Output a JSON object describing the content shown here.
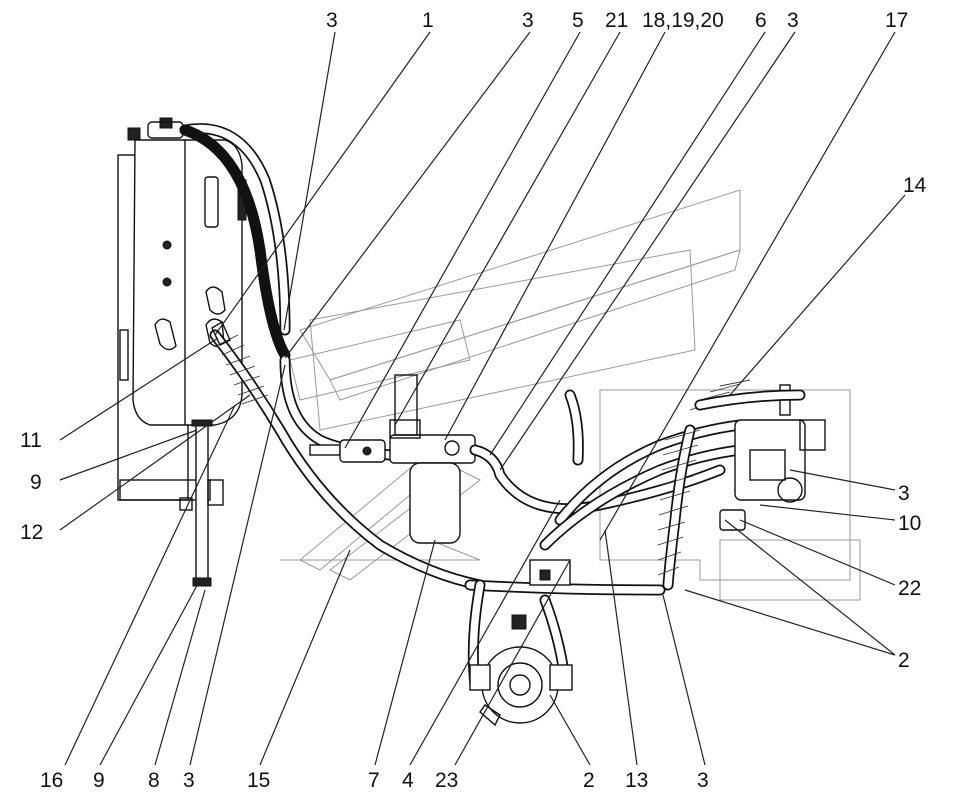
{
  "callouts": {
    "top": [
      "3",
      "1",
      "3",
      "5",
      "21",
      "18,19,20",
      "6",
      "3",
      "17"
    ],
    "right": [
      "14",
      "3",
      "10",
      "22",
      "2"
    ],
    "left": [
      "11",
      "9",
      "12"
    ],
    "bottom": [
      "16",
      "9",
      "8",
      "3",
      "15",
      "7",
      "4",
      "23",
      "2",
      "13",
      "3"
    ]
  }
}
